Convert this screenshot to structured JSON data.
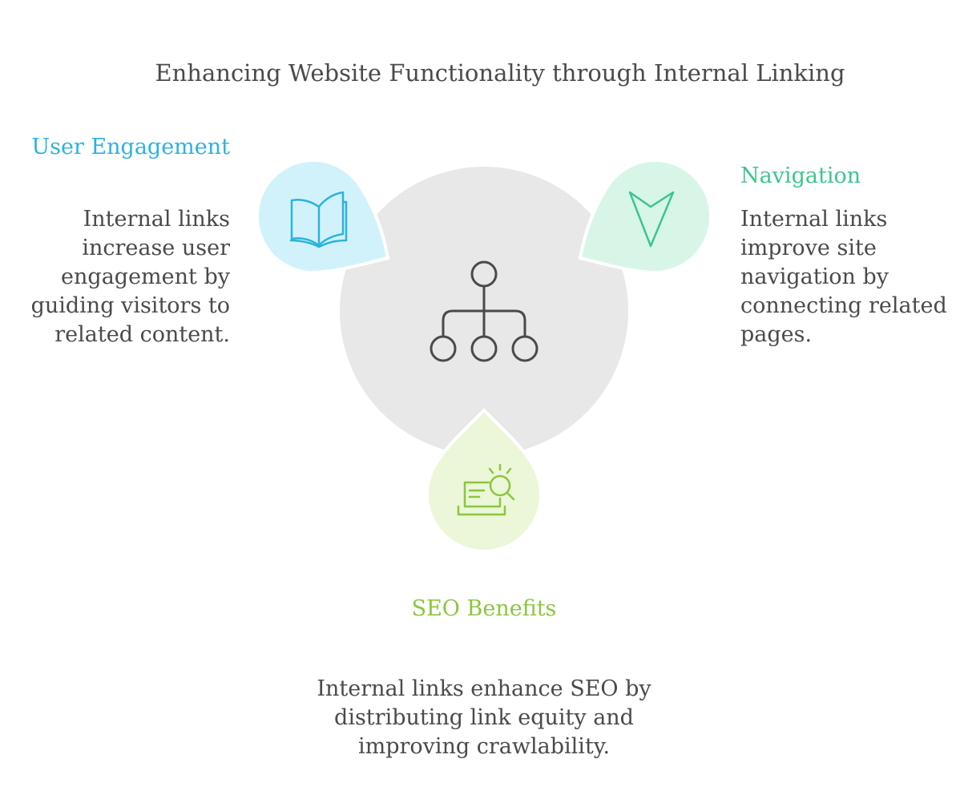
{
  "title": "Enhancing Website Functionality through Internal Linking",
  "sections": {
    "user_engagement": {
      "heading": "User Engagement",
      "body": "Internal links increase user engagement by guiding visitors to related content.",
      "icon": "book-icon",
      "color": "#2bb3de",
      "fill": "#d2f2fb"
    },
    "navigation": {
      "heading": "Navigation",
      "body": "Internal links improve site navigation by connecting related pages.",
      "icon": "navigation-arrow-icon",
      "color": "#3cc68c",
      "fill": "#d8f6e8"
    },
    "seo_benefits": {
      "heading": "SEO Benefits",
      "body": "Internal links enhance SEO by distributing link equity and improving crawlability.",
      "icon": "laptop-search-icon",
      "color": "#8cc63e",
      "fill": "#ebf7d8"
    }
  },
  "center": {
    "icon": "hierarchy-icon",
    "fill": "#e8e8e8",
    "stroke": "#4a4a4a"
  }
}
